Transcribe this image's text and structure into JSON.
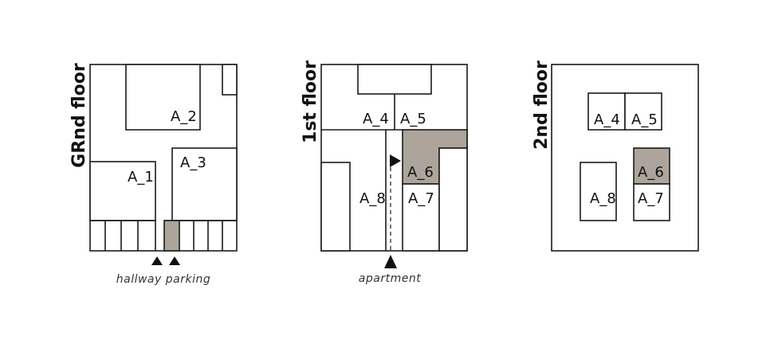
{
  "colors": {
    "highlight_unit": "#ada59b",
    "wall": "#1a1a1a",
    "background": "#ffffff"
  },
  "floors": {
    "ground": {
      "title": "GRnd floor",
      "units": [
        "A_1",
        "A_2",
        "A_3"
      ],
      "highlighted_parking_space": 5,
      "parking_spaces_count": 9,
      "entrance_caption": "hallway parking"
    },
    "first": {
      "title": "1st floor",
      "units": [
        "A_4",
        "A_5",
        "A_6",
        "A_7",
        "A_8"
      ],
      "highlighted_unit": "A_6",
      "entrance_caption": "apartment"
    },
    "second": {
      "title": "2nd floor",
      "units": [
        "A_4",
        "A_5",
        "A_6",
        "A_7",
        "A_8"
      ],
      "highlighted_unit": "A_6"
    }
  },
  "icons": {
    "entrance_arrow": "up-triangle-arrow",
    "corridor_arrow": "right-triangle-arrow"
  }
}
